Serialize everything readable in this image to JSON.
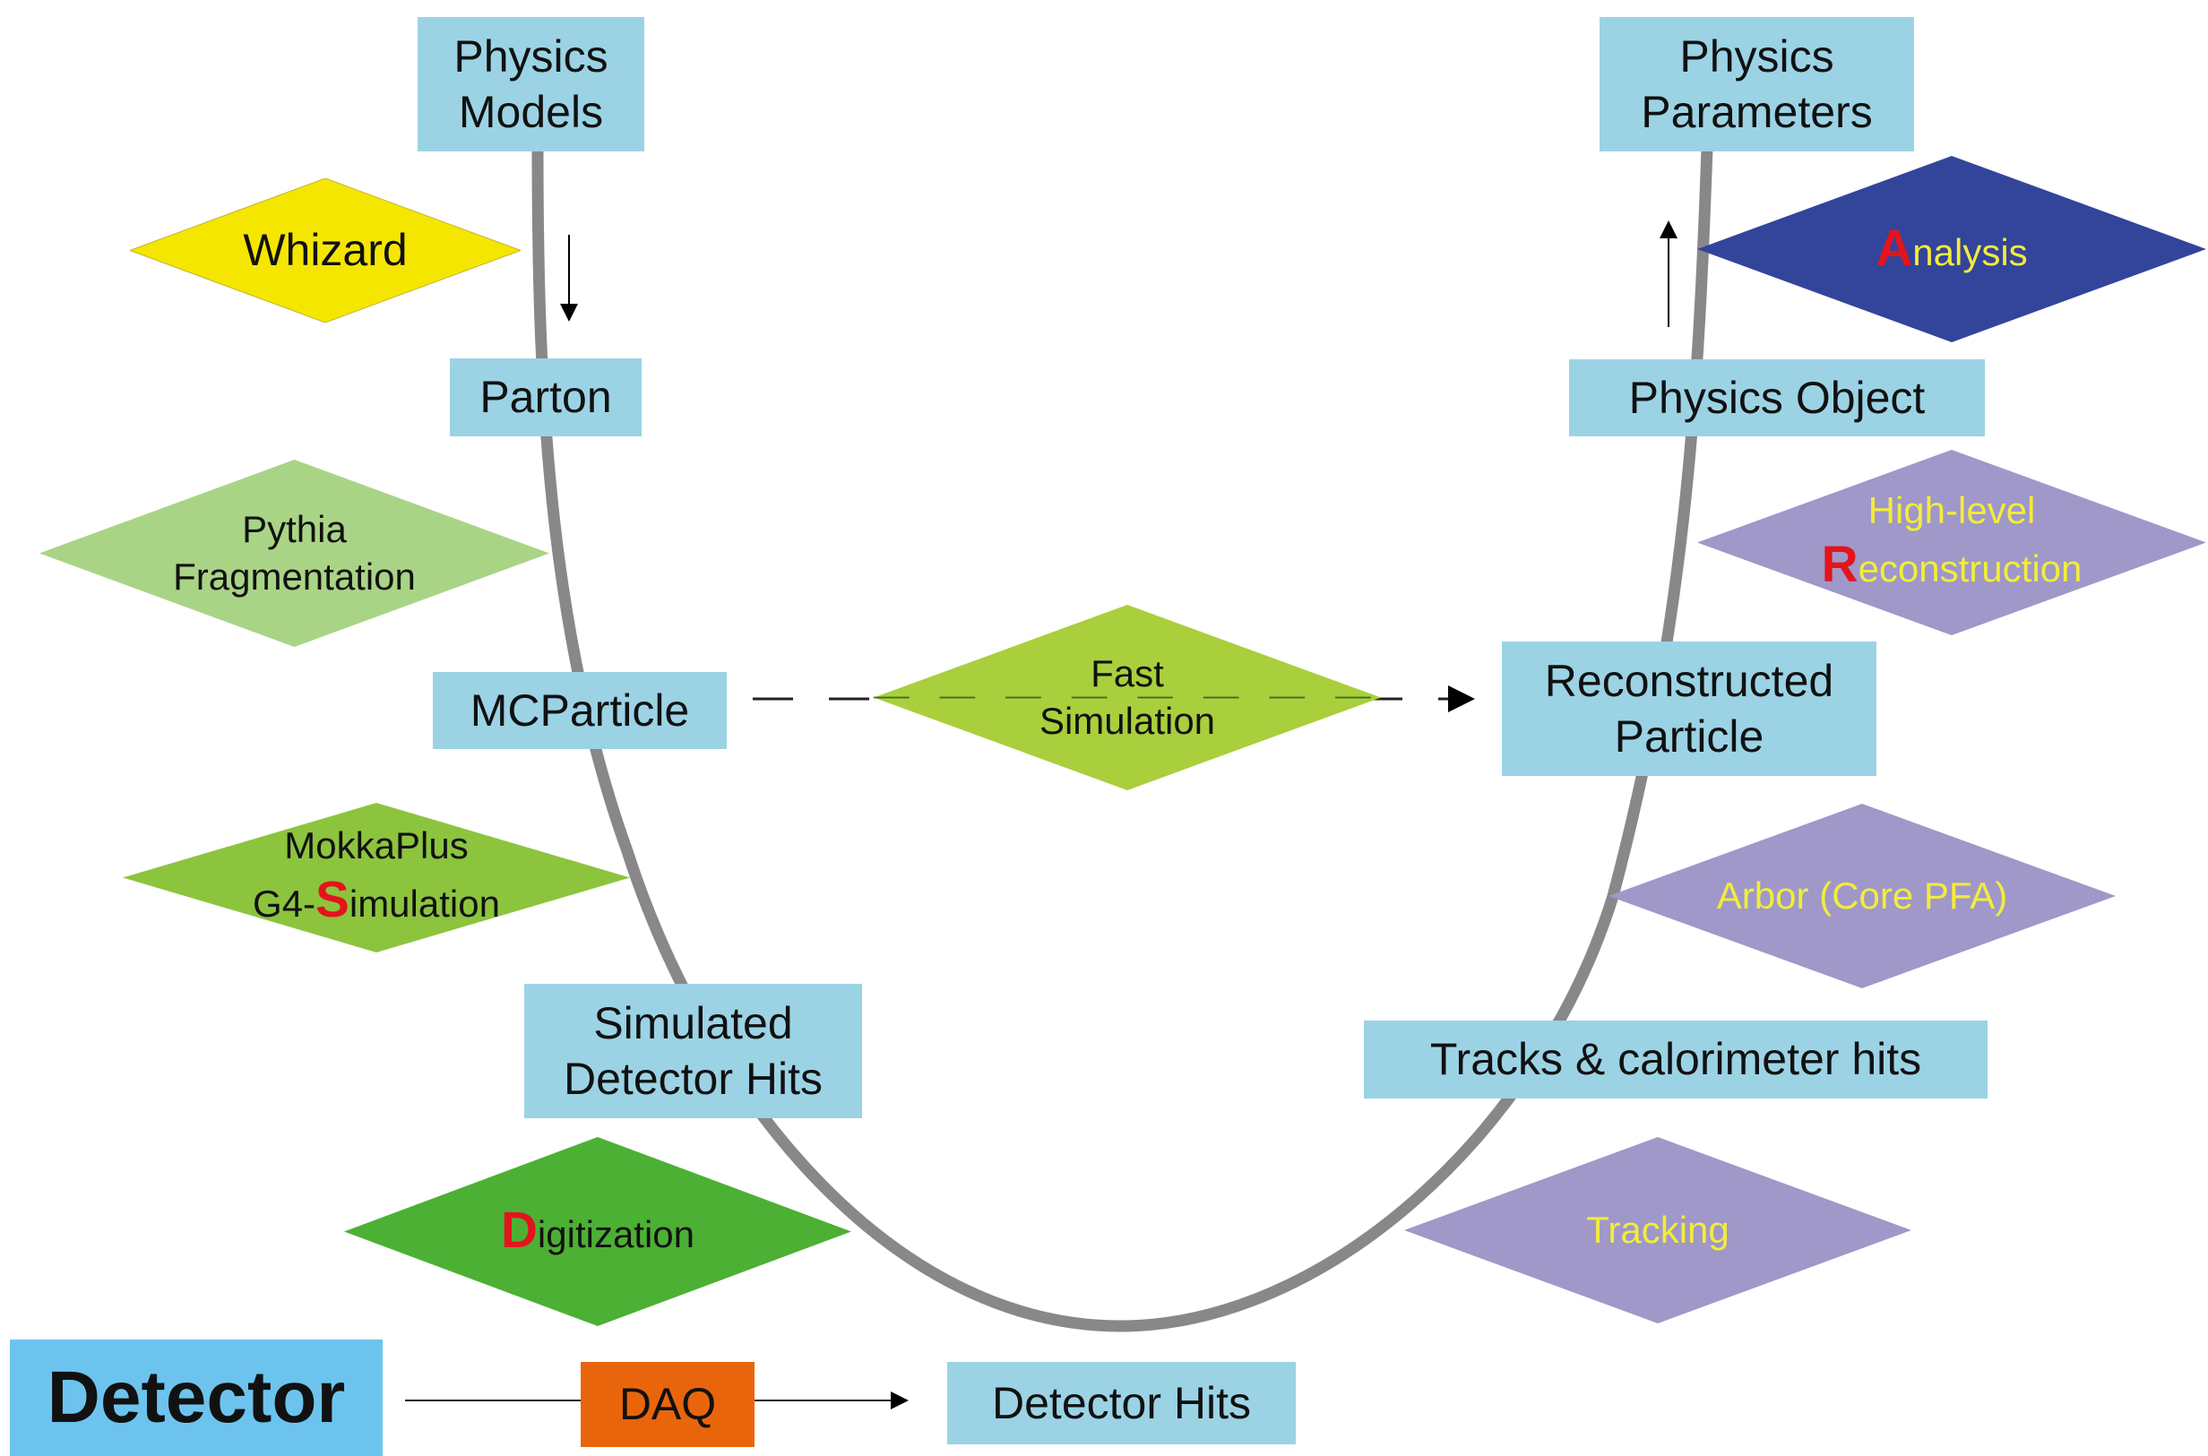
{
  "title": "CEPC software chain (physics to detector and back)",
  "colors": {
    "data_box": "#9bd3e5",
    "detector_box": "#6cc4ee",
    "daq_box": "#e8650c",
    "whizard": "#f5e600",
    "pythia": "#a9d486",
    "mokka": "#8cc43e",
    "fast_sim": "#a9cf3c",
    "digitization": "#4cb034",
    "analysis": "#33449b",
    "reco": "#9f98c9",
    "curve": "#888888",
    "highlight_letter": "#e4141c",
    "yellow_text": "#f2ec3a"
  },
  "boxes": {
    "physics_models": [
      "Physics",
      "Models"
    ],
    "parton": "Parton",
    "mcparticle": "MCParticle",
    "simulated_hits": [
      "Simulated",
      "Detector Hits"
    ],
    "detector": "Detector",
    "daq": "DAQ",
    "detector_hits": "Detector Hits",
    "tracks_calo": "Tracks & calorimeter hits",
    "reconstructed_particle": [
      "Reconstructed",
      "Particle"
    ],
    "physics_object": "Physics Object",
    "physics_parameters": [
      "Physics",
      "Parameters"
    ]
  },
  "diamonds": {
    "whizard": "Whizard",
    "pythia": [
      "Pythia",
      "Fragmentation"
    ],
    "fast_sim": [
      "Fast",
      "Simulation"
    ],
    "mokka": {
      "line1": "MokkaPlus",
      "prefix": "G4-",
      "initial": "S",
      "rest": "imulation"
    },
    "digitization": {
      "initial": "D",
      "rest": "igitization"
    },
    "tracking": "Tracking",
    "arbor": "Arbor (Core PFA)",
    "highlevel": {
      "line1": "High-level",
      "initial": "R",
      "rest": "econstruction"
    },
    "analysis": {
      "initial": "A",
      "rest": "nalysis"
    }
  }
}
